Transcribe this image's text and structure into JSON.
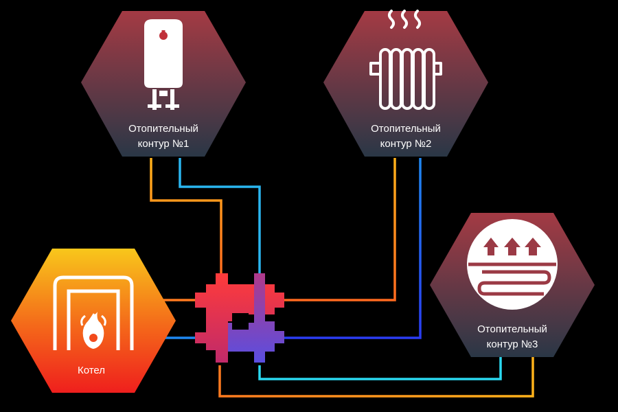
{
  "nodes": {
    "circuit1": {
      "line1": "Отопительный",
      "line2": "контур  №1",
      "icon": "water-heater-icon"
    },
    "circuit2": {
      "line1": "Отопительный",
      "line2": "контур  №2",
      "icon": "radiator-icon"
    },
    "circuit3": {
      "line1": "Отопительный",
      "line2": "контур  №3",
      "icon": "underfloor-heating-icon"
    },
    "boiler": {
      "label": "Котел",
      "icon": "boiler-flame-icon"
    }
  },
  "colors": {
    "hex_top": "#9e3a45",
    "hex_bottom": "#2b3745",
    "boiler_top": "#f7c31c",
    "boiler_bottom": "#f0241c",
    "pipe_supply_start": "#ffb21a",
    "pipe_supply_end": "#ff5a1f",
    "pipe_return_start": "#29e4f2",
    "pipe_return_end": "#1f3cf0",
    "pipe_red": "#ff2e1f"
  }
}
